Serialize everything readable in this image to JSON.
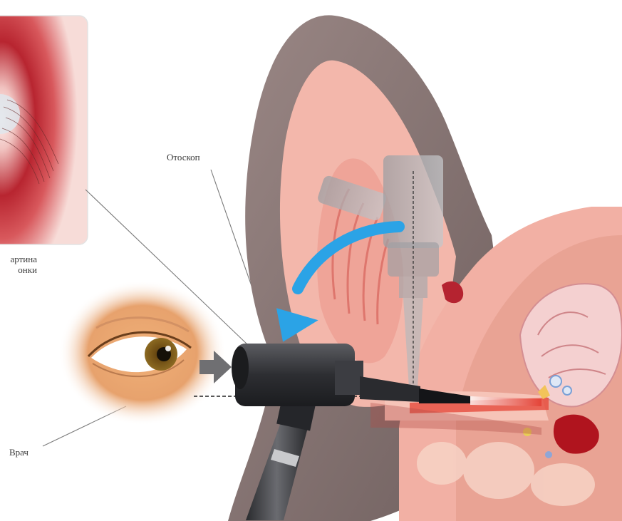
{
  "labels": {
    "otoscope": "Отоскоп",
    "doctor": "Врач",
    "inset_line1": "артина",
    "inset_line2": "онки"
  },
  "colors": {
    "arrow": "#2ba3e6",
    "skin_pink": "#f2b3a8",
    "ear_fur": "#8a7877",
    "eardrum_red": "#c2303a",
    "otoscope_body": "#3b3c40"
  }
}
